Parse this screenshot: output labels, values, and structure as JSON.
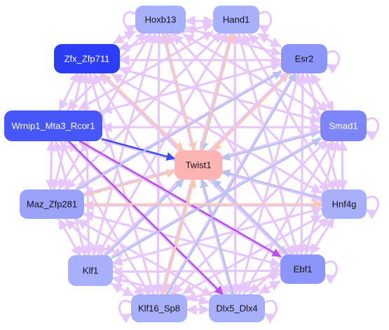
{
  "graph": {
    "nodes": [
      {
        "id": "Hoxb13",
        "label": "Hoxb13",
        "color": "#a9b0fb",
        "text": "dark"
      },
      {
        "id": "Hand1",
        "label": "Hand1",
        "color": "#a9b0fb",
        "text": "dark"
      },
      {
        "id": "Zfx_Zfp711",
        "label": "Zfx_Zfp711",
        "color": "#2b3df7",
        "text": "light"
      },
      {
        "id": "Esr2",
        "label": "Esr2",
        "color": "#8c95fa",
        "text": "dark"
      },
      {
        "id": "Wrnip1_Mta3_Rcor1",
        "label": "Wrnip1_Mta3_Rcor1",
        "color": "#4656f8",
        "text": "light"
      },
      {
        "id": "Smad1",
        "label": "Smad1",
        "color": "#7d86f9",
        "text": "light"
      },
      {
        "id": "Twist1",
        "label": "Twist1",
        "color": "#ffb3b3",
        "text": "dark"
      },
      {
        "id": "Maz_Zfp281",
        "label": "Maz_Zfp281",
        "color": "#9aa2fa",
        "text": "dark"
      },
      {
        "id": "Hnf4g",
        "label": "Hnf4g",
        "color": "#a9b0fb",
        "text": "dark"
      },
      {
        "id": "Klf1",
        "label": "Klf1",
        "color": "#a9b0fb",
        "text": "dark"
      },
      {
        "id": "Ebf1",
        "label": "Ebf1",
        "color": "#8c95fa",
        "text": "dark"
      },
      {
        "id": "Klf16_Sp8",
        "label": "Klf16_Sp8",
        "color": "#a9b0fb",
        "text": "dark"
      },
      {
        "id": "Dlx5_Dlx4",
        "label": "Dlx5_Dlx4",
        "color": "#a9b0fb",
        "text": "dark"
      }
    ],
    "edge_colors": {
      "default": "#e6c6fb",
      "blue": "#b6c2f2",
      "peach": "#fcc8b4",
      "purple": "#b84ef0",
      "strong_blue": "#3b4bf0"
    },
    "highlight_edges": [
      {
        "from": "Zfx_Zfp711",
        "to": "Twist1",
        "color": "peach"
      },
      {
        "from": "Wrnip1_Mta3_Rcor1",
        "to": "Twist1",
        "color": "strong_blue"
      },
      {
        "from": "Esr2",
        "to": "Twist1",
        "color": "peach"
      },
      {
        "from": "Hoxb13",
        "to": "Twist1",
        "color": "peach"
      },
      {
        "from": "Hand1",
        "to": "Twist1",
        "color": "blue"
      },
      {
        "from": "Smad1",
        "to": "Twist1",
        "color": "blue"
      },
      {
        "from": "Hnf4g",
        "to": "Twist1",
        "color": "blue"
      },
      {
        "from": "Ebf1",
        "to": "Twist1",
        "color": "blue"
      },
      {
        "from": "Dlx5_Dlx4",
        "to": "Twist1",
        "color": "blue"
      },
      {
        "from": "Klf16_Sp8",
        "to": "Twist1",
        "color": "peach"
      },
      {
        "from": "Klf1",
        "to": "Twist1",
        "color": "blue"
      },
      {
        "from": "Maz_Zfp281",
        "to": "Twist1",
        "color": "peach"
      },
      {
        "from": "Wrnip1_Mta3_Rcor1",
        "to": "Ebf1",
        "color": "purple"
      },
      {
        "from": "Wrnip1_Mta3_Rcor1",
        "to": "Dlx5_Dlx4",
        "color": "purple"
      },
      {
        "from": "Maz_Zfp281",
        "to": "Esr2",
        "color": "blue"
      },
      {
        "from": "Klf16_Sp8",
        "to": "Esr2",
        "color": "blue"
      },
      {
        "from": "Klf1",
        "to": "Smad1",
        "color": "blue"
      },
      {
        "from": "Maz_Zfp281",
        "to": "Hnf4g",
        "color": "peach"
      },
      {
        "from": "Klf16_Sp8",
        "to": "Hand1",
        "color": "peach"
      }
    ],
    "self_loops": [
      "Hoxb13",
      "Hand1",
      "Esr2",
      "Smad1",
      "Hnf4g",
      "Ebf1",
      "Klf16_Sp8",
      "Dlx5_Dlx4"
    ]
  }
}
